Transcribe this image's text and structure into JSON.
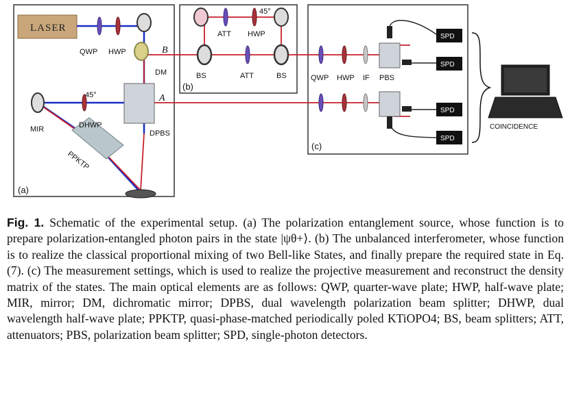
{
  "figure": {
    "labels": {
      "laser": "LASER",
      "qwp": "QWP",
      "hwp": "HWP",
      "dm": "DM",
      "dpbs": "DPBS",
      "dhwp": "DHWP",
      "mir": "MIR",
      "ppktp": "PPKTP",
      "angle45": "45°",
      "beam_a": "A",
      "beam_b": "B",
      "panel_a": "(a)",
      "panel_b": "(b)",
      "panel_c": "(c)",
      "att": "ATT",
      "bs": "BS",
      "if": "IF",
      "pbs": "PBS",
      "spd": "SPD",
      "coincidence": "COINCIDENCE"
    },
    "colors": {
      "beam_red": "#c8202a",
      "beam_blue": "#1a2fc4",
      "laser_box": "#c9a77a"
    }
  },
  "caption": {
    "label": "Fig. 1.",
    "text": "Schematic of the experimental setup. (a) The polarization entanglement source, whose function is to prepare polarization-entangled photon pairs in the state |ψθ+⟩. (b) The unbalanced interferometer, whose function is to realize the classical proportional mixing of two Bell-like States, and finally prepare the required state in Eq. (7). (c) The measurement settings, which is used to realize the projective measurement and reconstruct the density matrix of the states. The main optical elements are as follows: QWP, quarter-wave plate; HWP, half-wave plate; MIR, mirror; DM, dichromatic mirror; DPBS, dual wavelength polarization beam splitter; DHWP, dual wavelength half-wave plate; PPKTP, quasi-phase-matched periodically poled KTiOPO4; BS, beam splitters; ATT, attenuators; PBS, polarization beam splitter; SPD, single-photon detectors."
  }
}
